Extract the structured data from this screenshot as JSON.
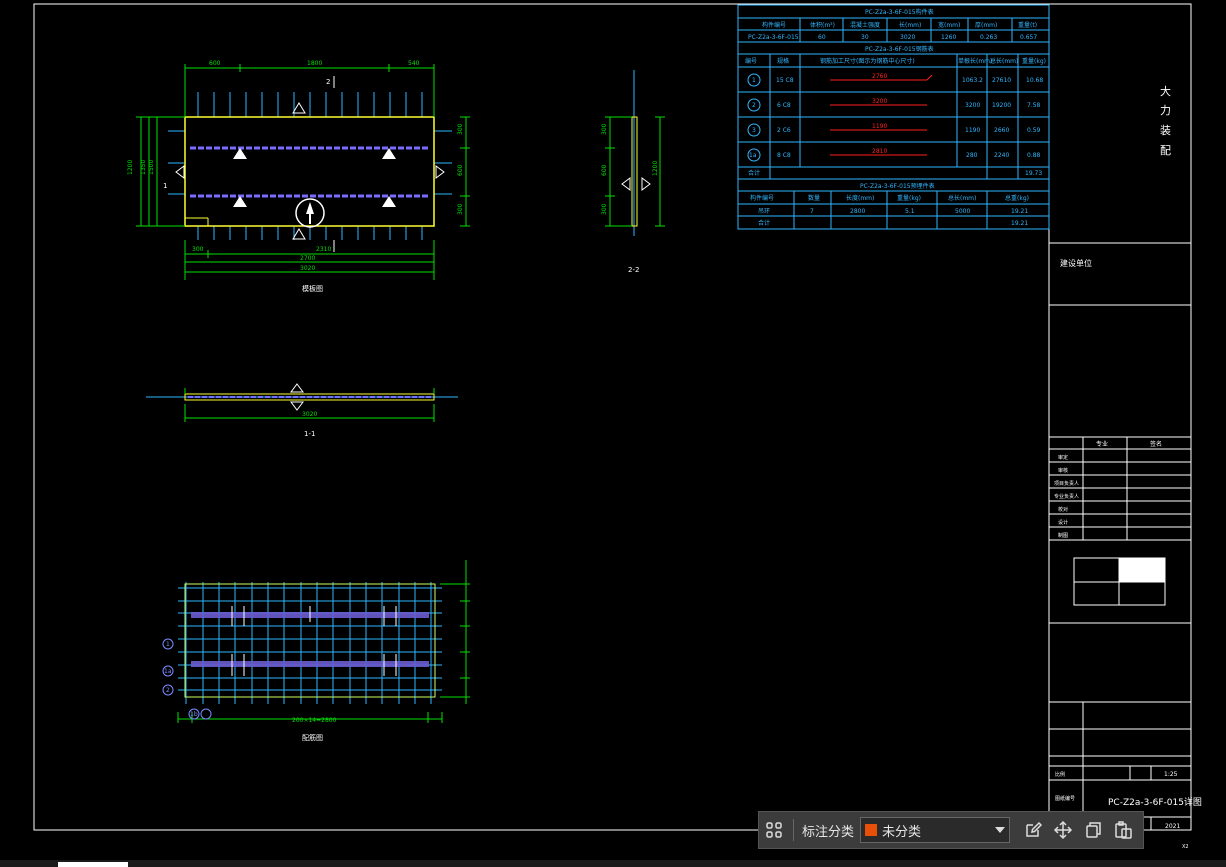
{
  "drawing": {
    "plan_view_title": "模板图",
    "section_1_title": "1-1",
    "section_2_title": "2-2",
    "rebar_view_title": "配筋图",
    "dims_top": [
      "600",
      "1800",
      "540"
    ],
    "dims_bottom": [
      "300",
      "2310",
      "2700",
      "3020"
    ],
    "dims_left": [
      "1200",
      "1350",
      "1500"
    ],
    "dims_right": [
      "300",
      "600",
      "300"
    ],
    "section_labels": [
      "2",
      "1"
    ],
    "section1_dim": "3020",
    "rebar_bottom_dim": "200×14=2800",
    "rebar_callouts": [
      "1",
      "1a",
      "2",
      "1b"
    ],
    "sec2_dims": [
      "300",
      "600",
      "300",
      "1200"
    ]
  },
  "table": {
    "header_title": "PC-Z2a-3-6F-015构件表",
    "header_cols": [
      "构件编号",
      "体积(m³)",
      "混凝土强度",
      "长(mm)",
      "宽(mm)",
      "厚(mm)",
      "重量(t)"
    ],
    "header_vals": [
      "PC-Z2a-3-6F-015",
      "60",
      "30",
      "3020",
      "1260",
      "0.263",
      "0.657"
    ],
    "rebar_title": "PC-Z2a-3-6F-015钢筋表",
    "rebar_cols": [
      "编号",
      "规格",
      "钢筋加工尺寸(图示为钢筋中心尺寸)",
      "单根长(mm)",
      "总长(mm)",
      "重量(kg)"
    ],
    "rebar_rows": [
      {
        "no": "1",
        "spec": "15 C8",
        "shape": "2760",
        "len": "1063.2",
        "total": "27610",
        "kg": "10.68"
      },
      {
        "no": "2",
        "spec": "6 C8",
        "shape": "3200",
        "len": "3200",
        "total": "19200",
        "kg": "7.58"
      },
      {
        "no": "3",
        "spec": "2 C6",
        "shape": "1190",
        "len": "1190",
        "total": "2660",
        "kg": "0.59"
      },
      {
        "no": "1a",
        "spec": "8 C8",
        "shape": "2810",
        "len": "280",
        "total": "2240",
        "kg": "0.88"
      }
    ],
    "rebar_sum_label": "合计",
    "rebar_sum": "19.73",
    "parts_title": "PC-Z2a-3-6F-015预埋件表",
    "parts_cols": [
      "构件编号",
      "数量",
      "长度(mm)",
      "重量(kg)",
      "总长(mm)",
      "总重(kg)"
    ],
    "parts_rows": [
      [
        "吊环",
        "7",
        "2800",
        "5.1",
        "5000",
        "19.21"
      ],
      [
        "合计",
        "",
        "",
        "",
        "",
        "19.21"
      ]
    ]
  },
  "title_block": {
    "company": [
      "大",
      "力",
      "装",
      "配"
    ],
    "project_label": "建设单位",
    "sign_cols": [
      "专业",
      "签名"
    ],
    "sign_rows": [
      "审定",
      "审核",
      "项目负责人",
      "专业负责人",
      "校对",
      "设计",
      "制图"
    ],
    "scale_label": "比例",
    "scale_value": "1:25",
    "drawing_name": "PC-Z2a-3-6F-015详图",
    "year": "2021",
    "drawing_no_label": "图纸编号",
    "page": "X2"
  },
  "toolbar": {
    "label": "标注分类",
    "select_value": "未分类",
    "swatch_color": "#e8500a",
    "icons": [
      "grid-apps-icon",
      "edit-icon",
      "move-icon",
      "copy-icon",
      "paste-icon"
    ]
  },
  "colors": {
    "cad_green": "#00e000",
    "cad_cyan": "#2fb6ff",
    "cad_yellow": "#ffff30",
    "cad_purple": "#7a6cff",
    "cad_red": "#ff2020",
    "frame": "#ffffff"
  }
}
